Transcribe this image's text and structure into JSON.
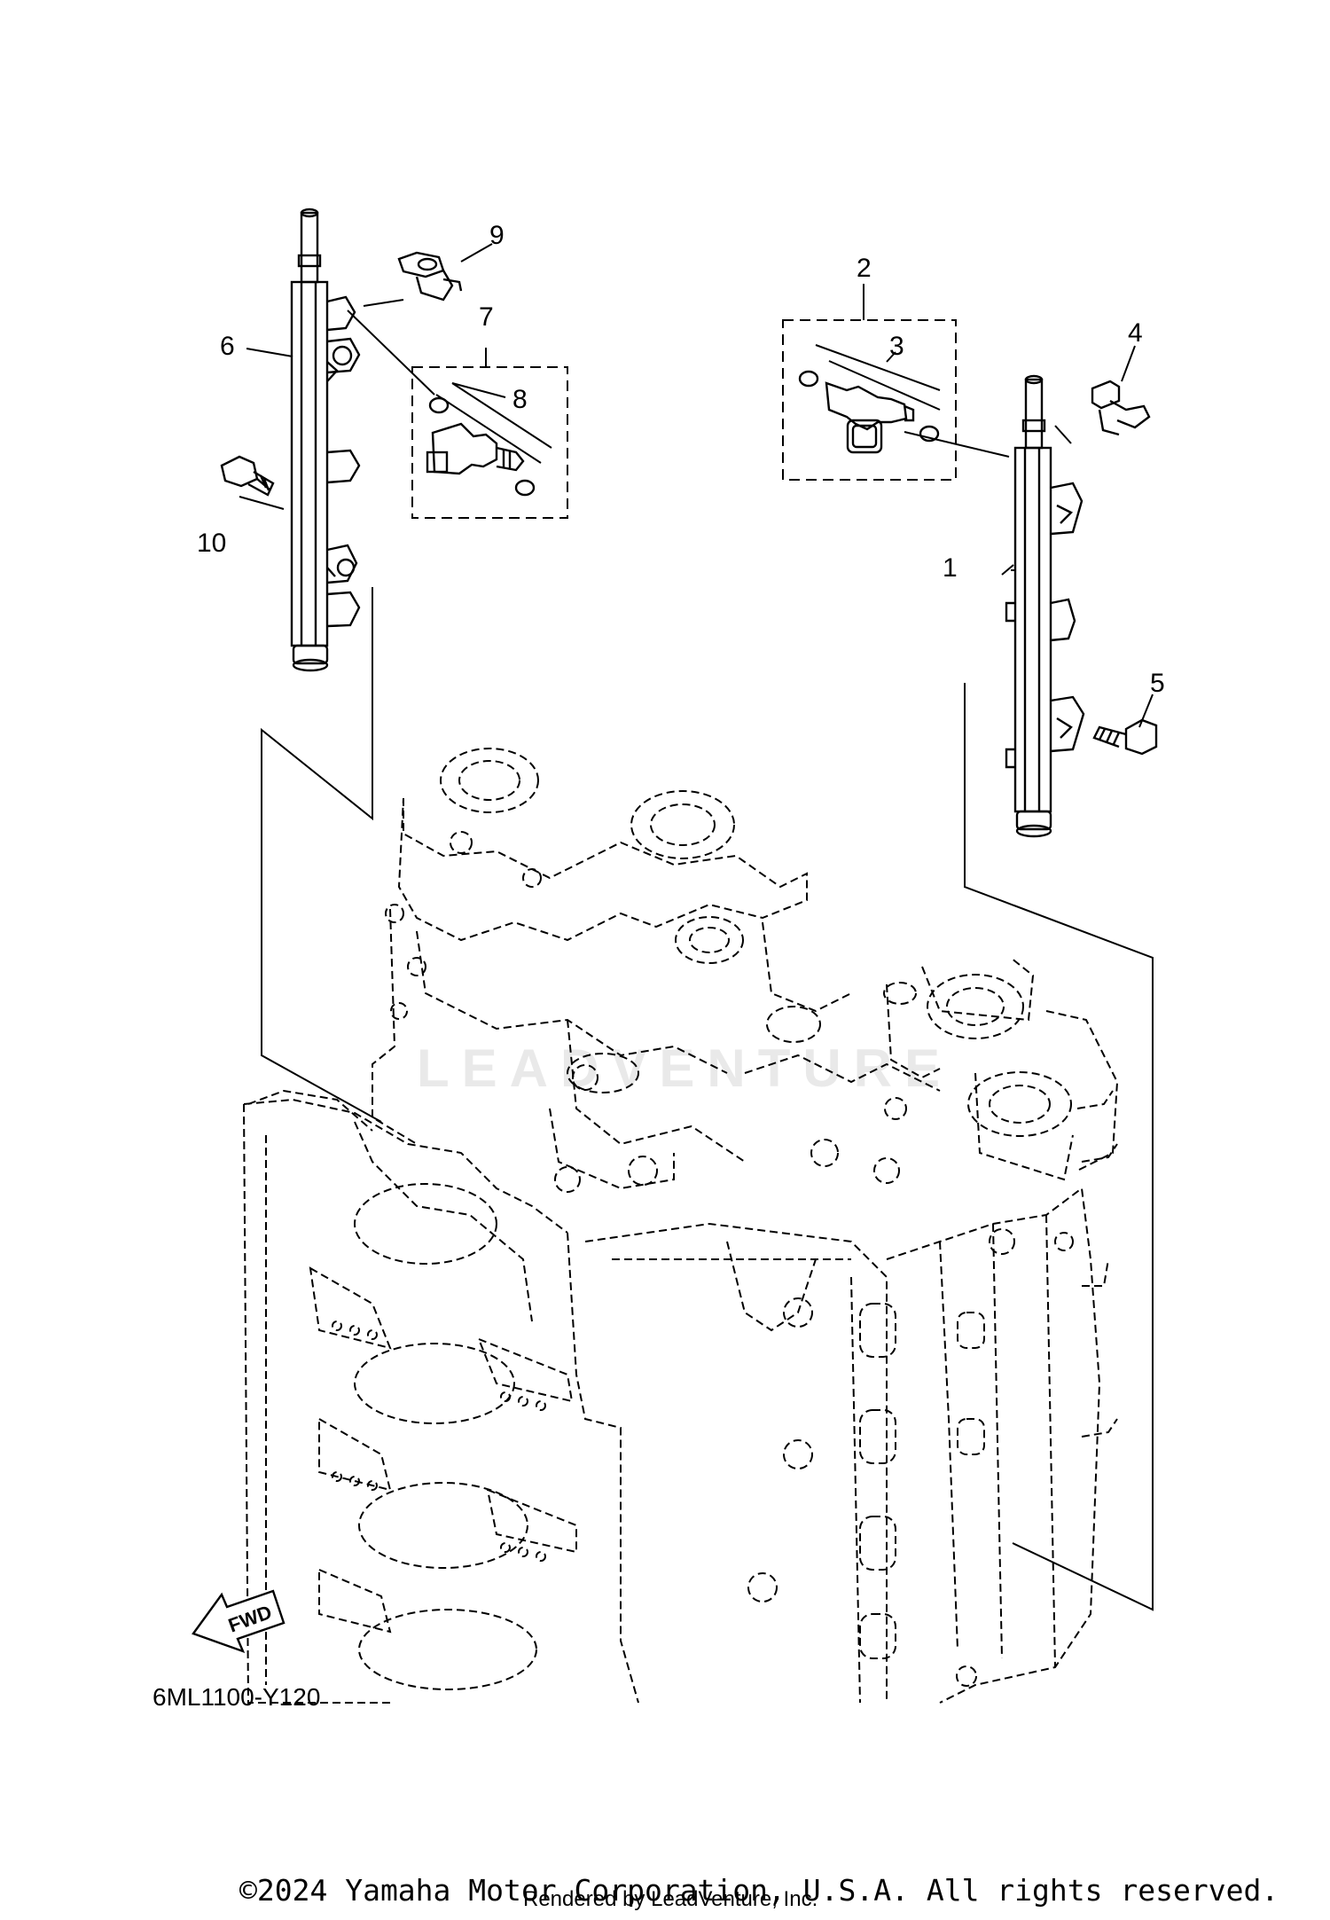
{
  "callouts": [
    {
      "number": "1"
    },
    {
      "number": "2"
    },
    {
      "number": "3"
    },
    {
      "number": "4"
    },
    {
      "number": "5"
    },
    {
      "number": "6"
    },
    {
      "number": "7"
    },
    {
      "number": "8"
    },
    {
      "number": "9"
    },
    {
      "number": "10"
    }
  ],
  "fwd_label": "FWD",
  "diagram_code": "6ML1100-Y120",
  "copyright": "©2024 Yamaha Motor Corporation, U.S.A. All rights reserved.",
  "render_credit": "Rendered by LeadVenture, Inc.",
  "watermark": "LEADVENTURE",
  "colors": {
    "line": "#000000",
    "background": "#ffffff",
    "watermark": "#e9e9e9"
  }
}
